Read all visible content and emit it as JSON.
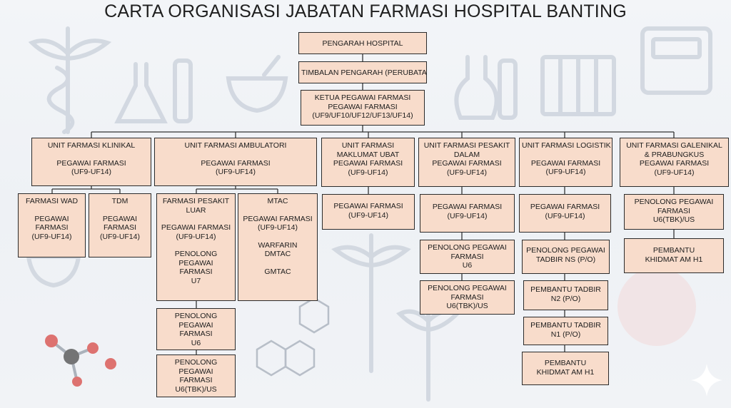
{
  "title": "CARTA ORGANISASI JABATAN FARMASI HOSPITAL BANTING",
  "colors": {
    "box_fill": "#f8dccb",
    "box_border": "#2b2b2b",
    "line": "#333333",
    "background": "#f1f3f6"
  },
  "background_icons": [
    "caduceus-icon",
    "lab-flask-icon",
    "mortar-pestle-icon",
    "microscope-icon",
    "medical-device-icon",
    "molecule-icon",
    "chemical-structure-icon",
    "sparkle-icon"
  ],
  "nodes": {
    "pengarah": {
      "lines": [
        "PENGARAH HOSPITAL"
      ]
    },
    "timbalan": {
      "lines": [
        "TIMBALAN PENGARAH (PERUBATAN)"
      ]
    },
    "ketua": {
      "lines": [
        "KETUA PEGAWAI FARMASI",
        "PEGAWAI FARMASI",
        "(UF9/UF10/UF12/UF13/UF14)"
      ]
    },
    "klinikal": {
      "lines": [
        "UNIT FARMASI KLINIKAL",
        "",
        "PEGAWAI FARMASI",
        "(UF9-UF14)"
      ]
    },
    "ambulatori": {
      "lines": [
        "UNIT FARMASI AMBULATORI",
        "",
        "PEGAWAI FARMASI",
        "(UF9-UF14)"
      ]
    },
    "maklumat": {
      "lines": [
        "UNIT FARMASI",
        "MAKLUMAT UBAT",
        "PEGAWAI FARMASI",
        "(UF9-UF14)"
      ]
    },
    "dalam": {
      "lines": [
        "UNIT FARMASI PESAKIT",
        "DALAM",
        "PEGAWAI FARMASI",
        "(UF9-UF14)"
      ]
    },
    "logistik": {
      "lines": [
        "UNIT FARMASI LOGISTIK",
        "",
        "PEGAWAI FARMASI",
        "(UF9-UF14)"
      ]
    },
    "galenikal": {
      "lines": [
        "UNIT FARMASI GALENIKAL",
        "& PRABUNGKUS",
        "PEGAWAI FARMASI",
        "(UF9-UF14)"
      ]
    },
    "wad": {
      "lines": [
        "FARMASI WAD",
        "",
        "PEGAWAI",
        "FARMASI",
        "(UF9-UF14)"
      ]
    },
    "tdm": {
      "lines": [
        "TDM",
        "",
        "PEGAWAI",
        "FARMASI",
        "(UF9-UF14)"
      ]
    },
    "luar": {
      "lines": [
        "FARMASI PESAKIT",
        "LUAR",
        "",
        "PEGAWAI FARMASI",
        "(UF9-UF14)",
        "",
        "PENOLONG",
        "PEGAWAI",
        "FARMASI",
        "U7"
      ]
    },
    "mtac": {
      "lines": [
        "MTAC",
        "",
        "PEGAWAI FARMASI",
        "(UF9-UF14)",
        "",
        "WARFARIN",
        "DMTAC",
        "",
        "GMTAC"
      ]
    },
    "luar_u6": {
      "lines": [
        "PENOLONG",
        "PEGAWAI",
        "FARMASI",
        "U6"
      ]
    },
    "luar_u6tbk": {
      "lines": [
        "PENOLONG",
        "PEGAWAI",
        "FARMASI",
        "U6(TBK)/US"
      ]
    },
    "maklumat_pf": {
      "lines": [
        "PEGAWAI FARMASI",
        "(UF9-UF14)"
      ]
    },
    "dalam_pf": {
      "lines": [
        "PEGAWAI FARMASI",
        "(UF9-UF14)"
      ]
    },
    "dalam_u6": {
      "lines": [
        "PENOLONG PEGAWAI",
        "FARMASI",
        "U6"
      ]
    },
    "dalam_u6tbk": {
      "lines": [
        "PENOLONG PEGAWAI",
        "FARMASI",
        "U6(TBK)/US"
      ]
    },
    "logistik_pf": {
      "lines": [
        "PEGAWAI FARMASI",
        "(UF9-UF14)"
      ]
    },
    "logistik_ns": {
      "lines": [
        "PENOLONG PEGAWAI",
        "TADBIR NS (P/O)"
      ]
    },
    "logistik_n2": {
      "lines": [
        "PEMBANTU TADBIR",
        "N2 (P/O)"
      ]
    },
    "logistik_n1": {
      "lines": [
        "PEMBANTU TADBIR",
        "N1 (P/O)"
      ]
    },
    "logistik_h1": {
      "lines": [
        "PEMBANTU",
        "KHIDMAT AM H1"
      ]
    },
    "galenikal_u6": {
      "lines": [
        "PENOLONG PEGAWAI",
        "FARMASI",
        "U6(TBK)/US"
      ]
    },
    "galenikal_h1": {
      "lines": [
        "PEMBANTU",
        "KHIDMAT AM H1"
      ]
    }
  }
}
